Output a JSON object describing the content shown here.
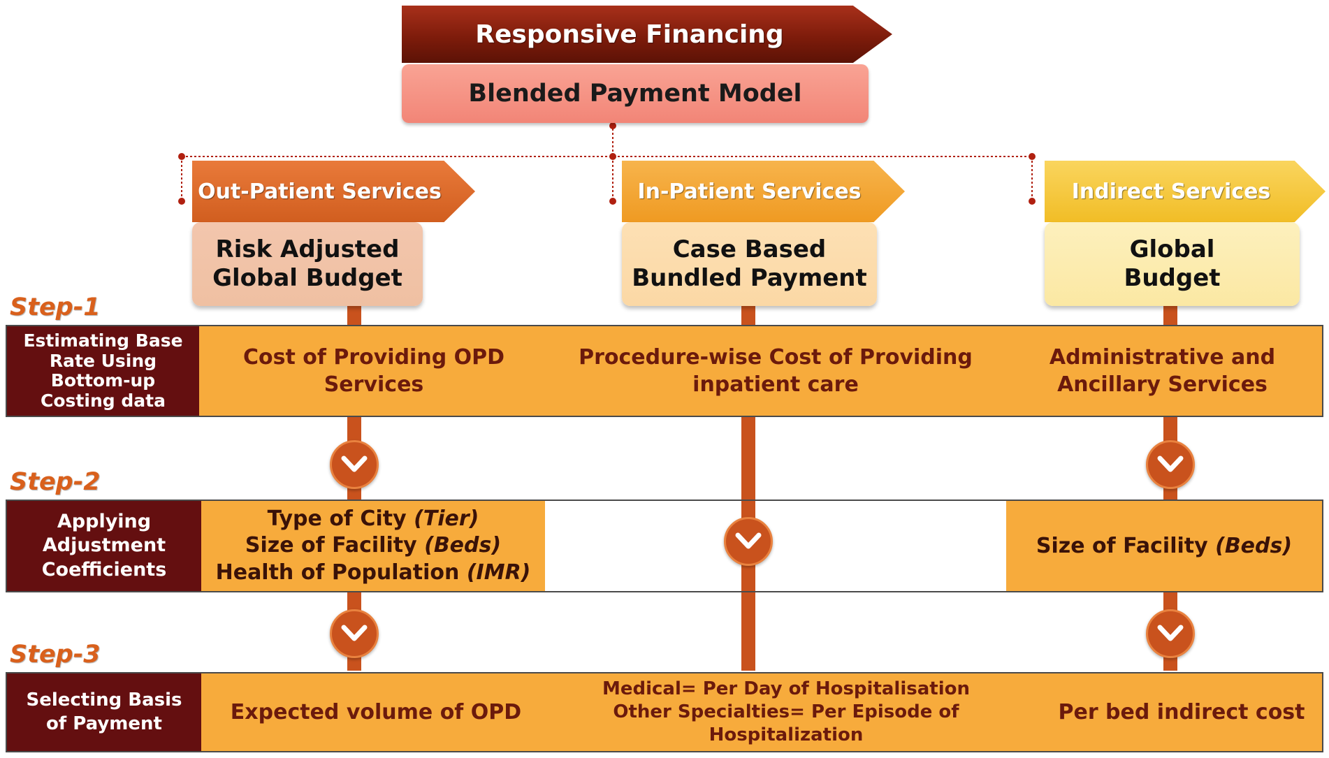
{
  "title": "Responsive Financing",
  "subtitle": "Blended Payment Model",
  "services": [
    {
      "name": "Out-Patient Services",
      "model": [
        "Risk Adjusted",
        "Global Budget"
      ]
    },
    {
      "name": "In-Patient Services",
      "model": [
        "Case Based",
        "Bundled Payment"
      ]
    },
    {
      "name": "Indirect Services",
      "model": [
        "Global",
        "Budget"
      ]
    }
  ],
  "steps": [
    {
      "label": "Step-1",
      "description": [
        "Estimating Base",
        "Rate Using",
        "Bottom-up",
        "Costing data"
      ],
      "outpatient": [
        "Cost of Providing OPD",
        "Services"
      ],
      "inpatient": [
        "Procedure-wise Cost of Providing",
        "inpatient care"
      ],
      "indirect": [
        "Administrative and",
        "Ancillary Services"
      ]
    },
    {
      "label": "Step-2",
      "description": [
        "Applying",
        "Adjustment",
        "Coefficients"
      ],
      "outpatient": [
        {
          "text": "Type of City ",
          "italic": "(Tier)"
        },
        {
          "text": "Size of Facility ",
          "italic": "(Beds)"
        },
        {
          "text": "Health of Population ",
          "italic": "(IMR)"
        }
      ],
      "indirect": {
        "text": "Size of Facility ",
        "italic": "(Beds)"
      }
    },
    {
      "label": "Step-3",
      "description": [
        "Selecting Basis",
        "of Payment"
      ],
      "outpatient": "Expected volume of OPD",
      "inpatient": [
        "Medical= Per Day of Hospitalisation",
        "Other Specialties= Per Episode of",
        "Hospitalization"
      ],
      "indirect": "Per bed indirect cost"
    }
  ],
  "colors": {
    "title_banner": "#7e1c0b",
    "subtitle_box": "#f28577",
    "outpatient_banner": "#d15e1f",
    "inpatient_banner": "#ef9a22",
    "indirect_banner": "#f1bd26",
    "row_fill": "#f7ab3c",
    "row_label_fill": "#640f10",
    "cell_text": "#6b1a0c",
    "step_label": "#d9601c",
    "connector": "#c9521d"
  },
  "icons": {
    "flow_arrow": "chevron-down-circle-icon"
  }
}
